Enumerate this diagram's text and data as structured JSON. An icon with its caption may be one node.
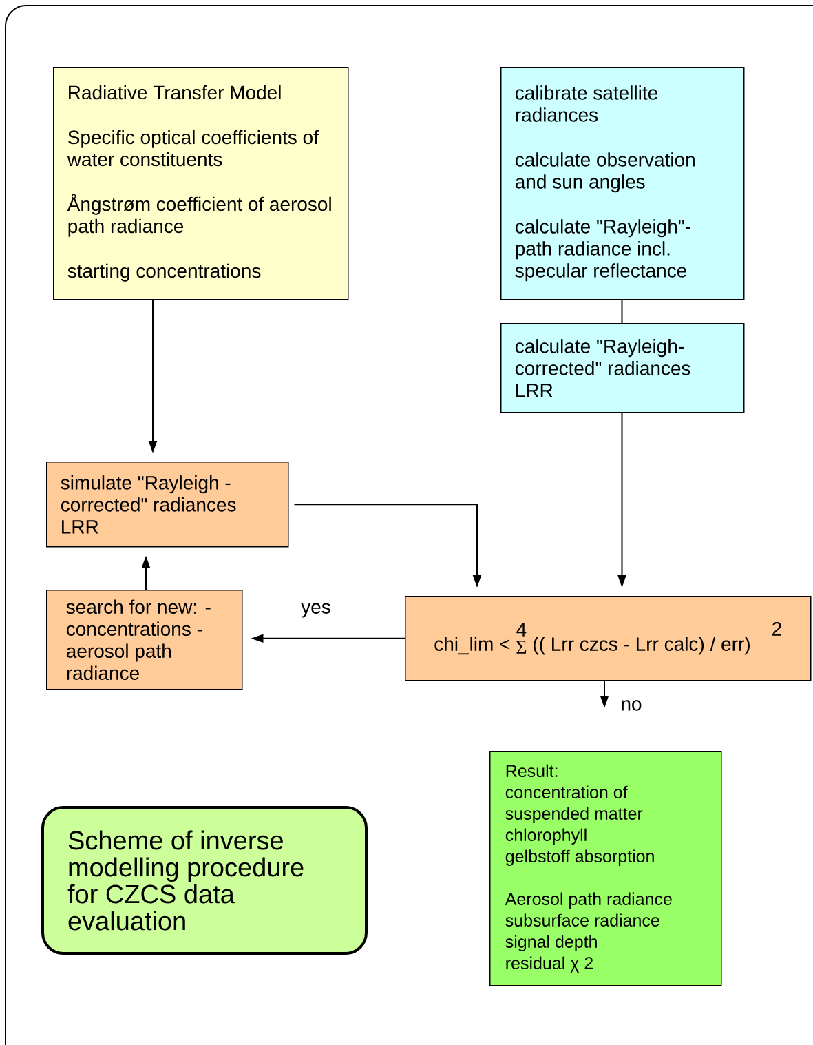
{
  "diagram": {
    "nodes": [
      {
        "text": [
          "Radiative Transfer Model",
          "Specific optical coefficients of water constituents",
          "Ångstrøm coefficient of aerosol path radiance",
          "starting concentrations"
        ]
      },
      {
        "text": [
          "calibrate satellite radiances",
          "calculate observation and sun angles",
          "calculate \"Rayleigh\"- path radiance incl. specular reflectance"
        ]
      },
      {
        "text": [
          "calculate \"Rayleigh- corrected\" radiances LRR"
        ]
      },
      {
        "text": [
          "simulate \"Rayleigh - corrected\" radiances LRR"
        ]
      },
      {
        "text": [
          "search for new: - concentrations - aerosol path radiance"
        ]
      },
      {
        "text": [
          "4",
          "2",
          "chi_lim <",
          "Σ",
          "(( Lrr czcs - Lrr calc) / err)"
        ]
      },
      {
        "text": [
          "Result:",
          "concentration of",
          "suspended matter",
          "chlorophyll",
          "gelbstoff absorption",
          "Aerosol path radiance",
          "subsurface radiance",
          "signal depth",
          "residual χ 2"
        ]
      },
      {
        "text": [
          "Scheme of inverse modelling procedure for CZCS data evaluation"
        ]
      }
    ],
    "edges": [
      {
        "from": 0,
        "to": 3,
        "arrow": "to"
      },
      {
        "from": 1,
        "to": 2,
        "arrow": "none"
      },
      {
        "from": 2,
        "to": 5,
        "arrow": "to"
      },
      {
        "from": 3,
        "to": 5,
        "arrow": "to"
      },
      {
        "from": 5,
        "to": 4,
        "arrow": "to",
        "label": "yes"
      },
      {
        "from": 4,
        "to": 3,
        "arrow": "to"
      },
      {
        "from": 5,
        "to": null,
        "arrow": "to",
        "label": "no"
      }
    ]
  }
}
